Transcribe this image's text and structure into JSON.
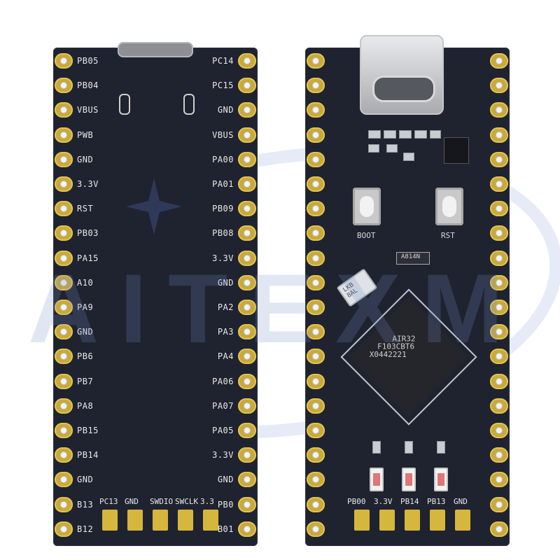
{
  "back_board": {
    "left_pins": [
      "PB05",
      "PB04",
      "VBUS",
      "PWB",
      "GND",
      "3.3V",
      "RST",
      "PB03",
      "PA15",
      "A10",
      "PA9",
      "GND",
      "PB6",
      "PB7",
      "PA8",
      "PB15",
      "PB14",
      "GND",
      "B13",
      "B12"
    ],
    "right_pins": [
      "PC14",
      "PC15",
      "GND",
      "VBUS",
      "PA00",
      "PA01",
      "PB09",
      "PB08",
      "3.3V",
      "GND",
      "PA2",
      "PA3",
      "PA4",
      "PA06",
      "PA07",
      "PA05",
      "3.3V",
      "GND",
      "PB0",
      "B01"
    ],
    "bottom_pins": [
      "PC13",
      "GND",
      "SWDIO",
      "SWCLK",
      "3.3"
    ]
  },
  "front_board": {
    "boot_label": "BOOT",
    "rst_label": "RST",
    "small_chip_label": "A814N",
    "crystal_label": "LKB\n8AL",
    "mcu_line1": "AIR32",
    "mcu_line2": "F103CBT6",
    "mcu_line3": "X0442221",
    "bottom_labels": [
      "PB00",
      "3.3V",
      "PB14",
      "PB13",
      "GND"
    ]
  },
  "watermark": {
    "text": "AITEXM"
  },
  "colors": {
    "pcb": "#1f2330",
    "pad_gold": "#c8a93a",
    "silkscreen": "#e8e8e8"
  }
}
